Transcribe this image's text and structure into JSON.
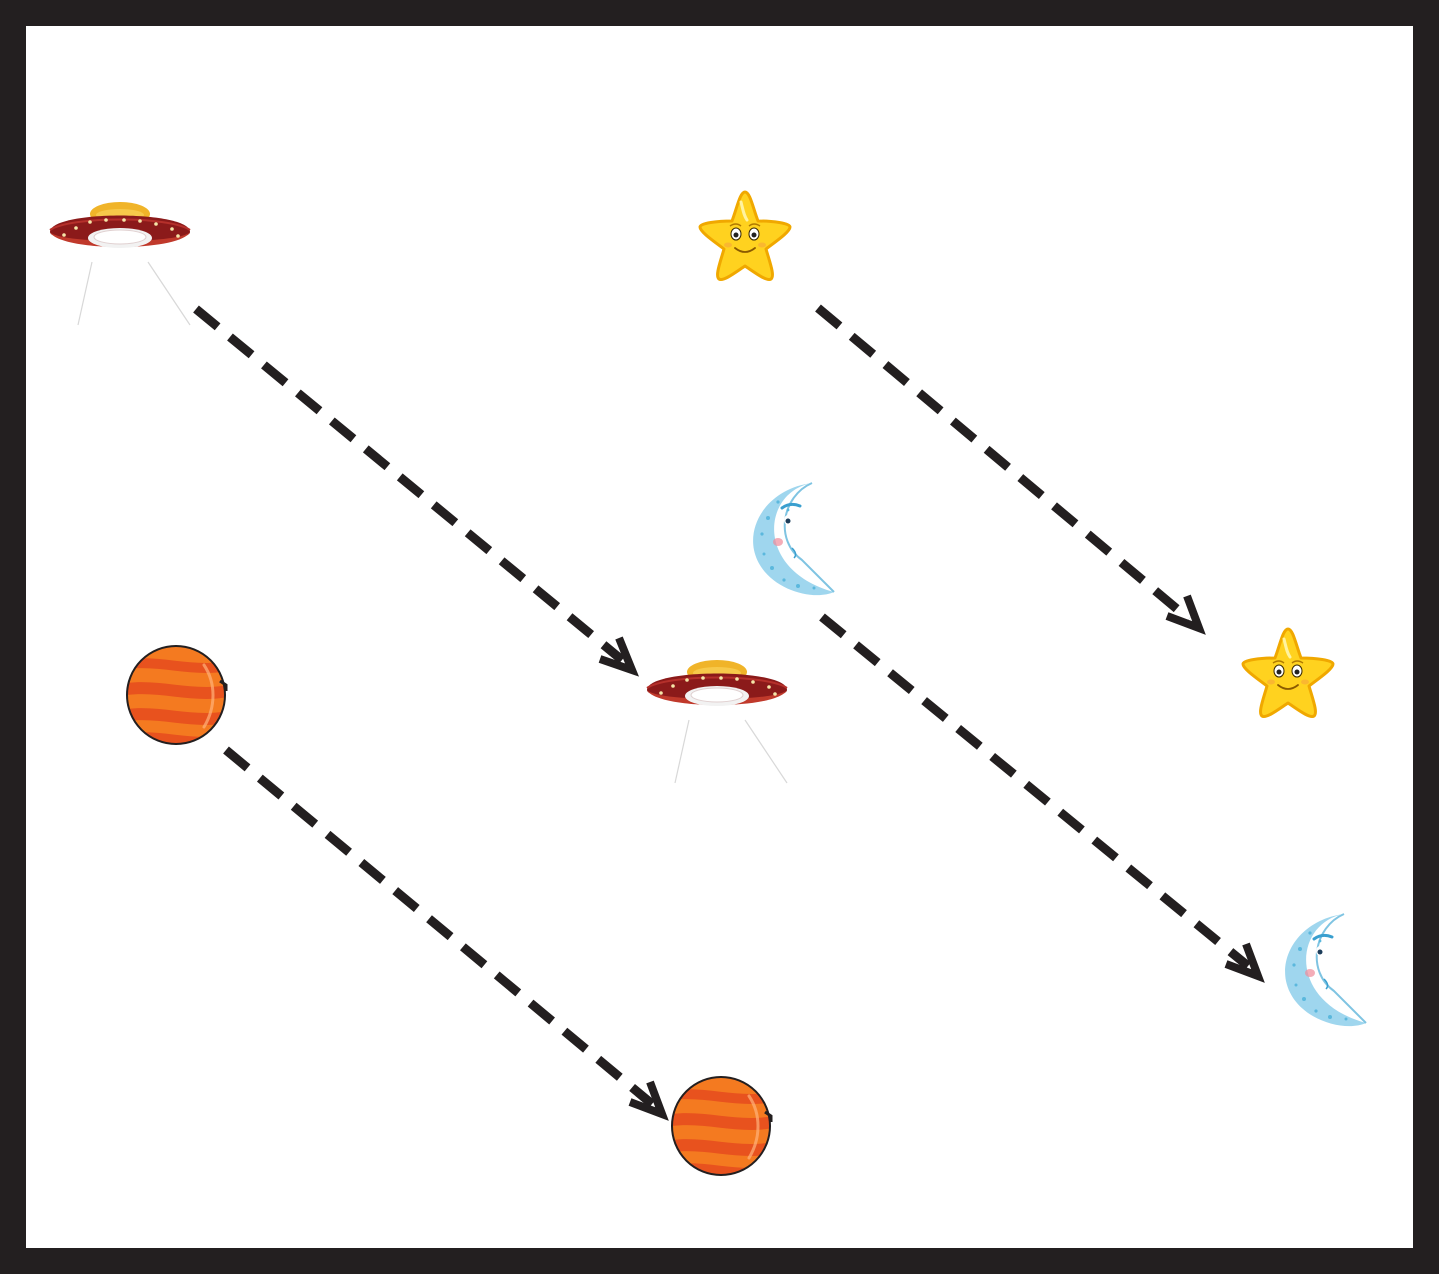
{
  "diagram": {
    "frame_color": "#231f20",
    "background_color": "#ffffff",
    "arrow_color": "#231f20",
    "objects": [
      {
        "id": "ufo",
        "icon": "ufo-icon",
        "colors": {
          "body": "#8b1a1a",
          "rim": "#c0392b",
          "dome": "#f0b429",
          "lights": "#f5e6a8"
        }
      },
      {
        "id": "star",
        "icon": "smiling-star-icon",
        "colors": {
          "fill": "#ffd21f",
          "edge": "#f0a800"
        }
      },
      {
        "id": "moon",
        "icon": "crescent-moon-icon",
        "colors": {
          "fill": "#9fd6ee",
          "dots": "#5bb8dd",
          "cheek": "#f08a9a"
        }
      },
      {
        "id": "planet",
        "icon": "striped-planet-icon",
        "colors": {
          "base": "#f47a20",
          "stripes": "#e8521e",
          "outline": "#231f20"
        }
      }
    ],
    "translations": [
      {
        "object": "ufo",
        "from": "start",
        "to": "end"
      },
      {
        "object": "star",
        "from": "start",
        "to": "end"
      },
      {
        "object": "moon",
        "from": "start",
        "to": "end"
      },
      {
        "object": "planet",
        "from": "start",
        "to": "end"
      }
    ]
  }
}
